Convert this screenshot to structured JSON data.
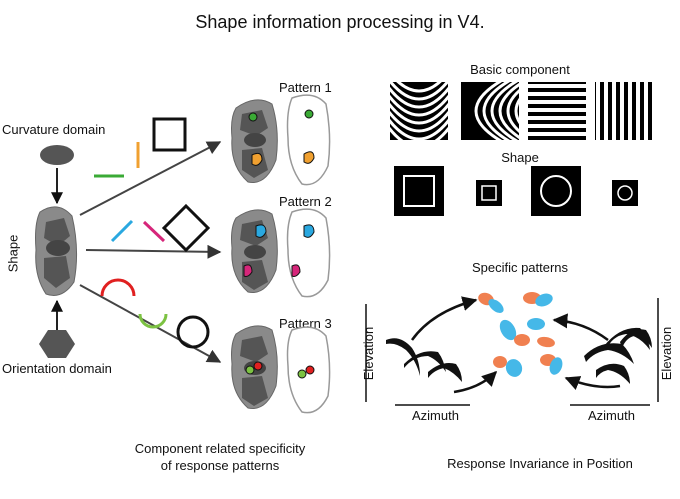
{
  "title": "Shape information processing in V4.",
  "left": {
    "curvature_domain": "Curvature domain",
    "shape": "Shape",
    "orientation_domain": "Orientation domain",
    "pattern_labels": [
      "Pattern 1",
      "Pattern 2",
      "Pattern 3"
    ],
    "caption_line1": "Component  related  specificity",
    "caption_line2": "of response patterns"
  },
  "right": {
    "basic_component": "Basic component",
    "shape_label": "Shape",
    "specific_patterns": "Specific patterns",
    "elevation_left": "Elevation",
    "elevation_right": "Elevation",
    "azimuth_left": "Azimuth",
    "azimuth_right": "Azimuth",
    "caption": "Response Invariance in Position"
  },
  "colors": {
    "green": "#3aaa35",
    "orange": "#f0a030",
    "blue": "#2aa8e0",
    "magenta": "#d6267a",
    "red": "#e02020",
    "light_green": "#7cc242",
    "salmon": "#f08050",
    "sky": "#45b8e8"
  }
}
